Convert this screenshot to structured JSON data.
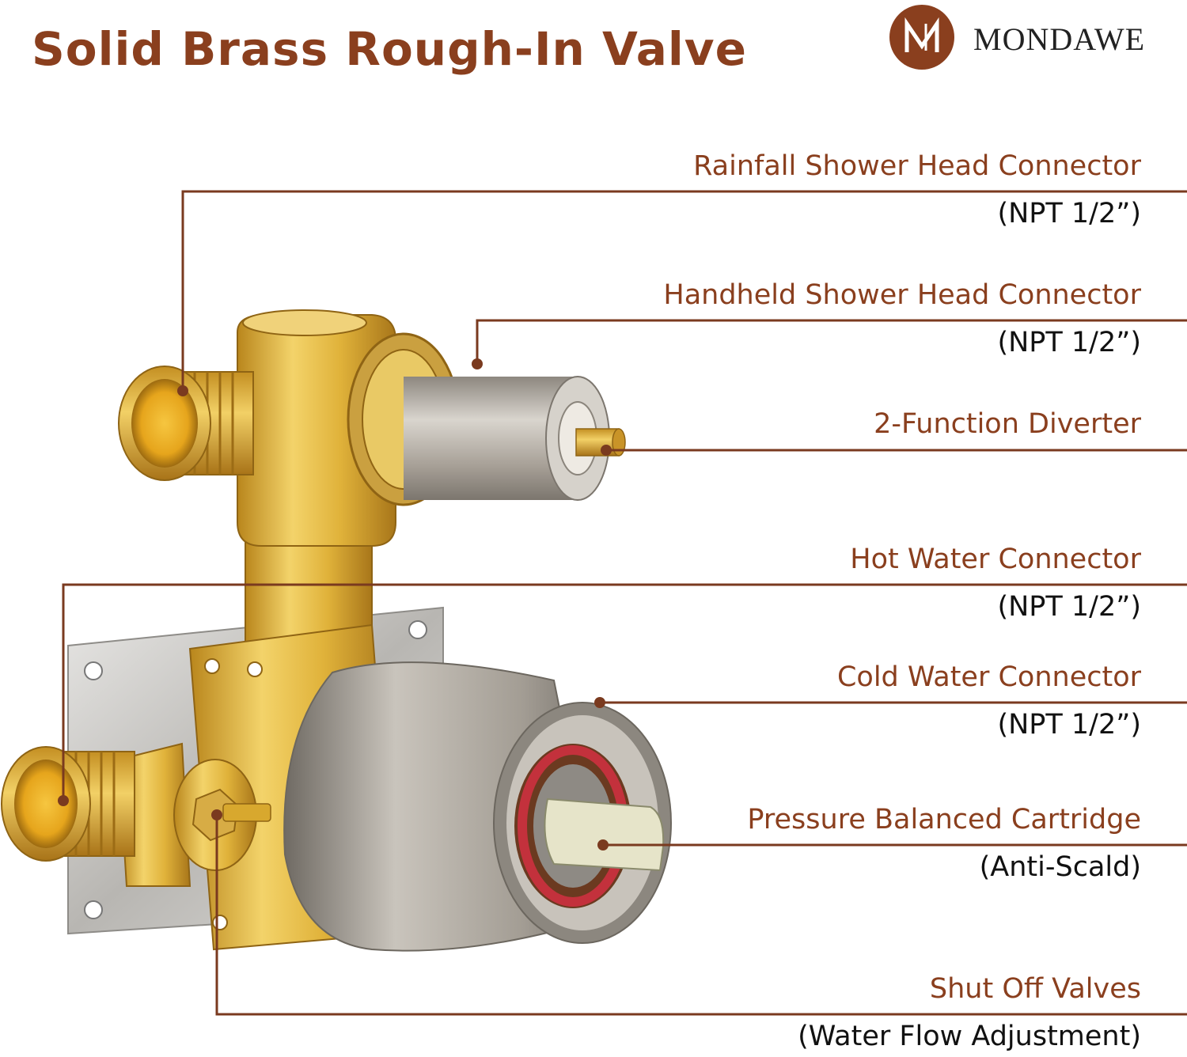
{
  "title": "Solid Brass Rough-In Valve",
  "brand": {
    "name": "MONDAWE",
    "logo_color": "#8a3f1e"
  },
  "colors": {
    "accent": "#8a3f1e",
    "callout_line": "#7a3a1f",
    "brass": "#d8a92c",
    "nickel": "#a09a90"
  },
  "callouts": [
    {
      "label": "Rainfall Shower Head Connector",
      "spec": "(NPT 1/2”)"
    },
    {
      "label": "Handheld Shower Head Connector",
      "spec": "(NPT 1/2”)"
    },
    {
      "label": "2-Function Diverter",
      "spec": ""
    },
    {
      "label": "Hot Water Connector",
      "spec": "(NPT 1/2”)"
    },
    {
      "label": "Cold Water Connector",
      "spec": "(NPT 1/2”)"
    },
    {
      "label": "Pressure Balanced Cartridge",
      "spec": "(Anti-Scald)"
    },
    {
      "label": "Shut Off Valves",
      "spec": "(Water Flow Adjustment)"
    }
  ]
}
